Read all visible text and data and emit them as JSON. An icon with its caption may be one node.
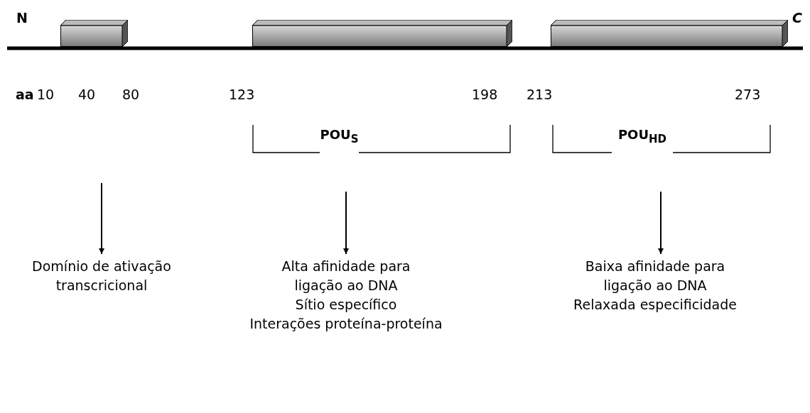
{
  "diagram": {
    "nodes": [
      {
        "text": [],
        "shape": "box"
      },
      {
        "text": [],
        "shape": "box"
      },
      {
        "text": [],
        "shape": "box"
      },
      {
        "text": [
          "POU$_{S}$"
        ]
      },
      {
        "text": [
          "POU$_{HD}$"
        ]
      },
      {
        "text": [
          "Domínio de ativação transcricional"
        ]
      },
      {
        "text": [
          "Alta afinidade para ligação ao DNA",
          "Sítio específico",
          "Interações proteína-proteína"
        ]
      },
      {
        "text": [
          "Baixa afinidade para ligação ao DNA",
          "Relaxada especificidade"
        ]
      }
    ],
    "edges": [
      {
        "from": null,
        "to": 5,
        "arrow": "to"
      },
      {
        "from": null,
        "to": 6,
        "arrow": "to"
      },
      {
        "from": null,
        "to": 7,
        "arrow": "to"
      }
    ],
    "labels": [
      "N",
      "C",
      "aa",
      "10",
      "40",
      "80",
      "123",
      "198",
      "213",
      "273"
    ]
  }
}
